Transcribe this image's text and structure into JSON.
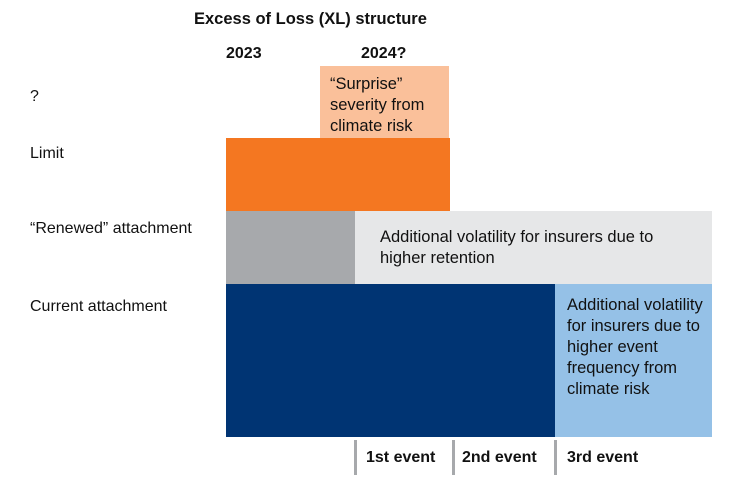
{
  "title": "Excess of Loss (XL) structure",
  "columns": {
    "year_2023": "2023",
    "year_2024": "2024?"
  },
  "row_labels": {
    "unknown": "?",
    "limit": "Limit",
    "renewed_attachment": "“Renewed”  attachment",
    "current_attachment": "Current attachment"
  },
  "blocks": {
    "surprise_severity": {
      "text": "“Surprise” severity from climate risk",
      "color": "#fac09a"
    },
    "limit": {
      "color": "#f47721"
    },
    "renewed_layer": {
      "color": "#a7a9ac"
    },
    "retention_volatility": {
      "text": "Additional volatility for insurers due to higher retention",
      "color": "#e6e7e8"
    },
    "current_attachment_layer": {
      "color": "#003473"
    },
    "frequency_volatility": {
      "text": "Additional volatility for insurers due to higher event frequency from climate risk",
      "color": "#95c1e7"
    }
  },
  "events": [
    "1st event",
    "2nd event",
    "3rd event"
  ],
  "tick_color": "#a7a9ac"
}
